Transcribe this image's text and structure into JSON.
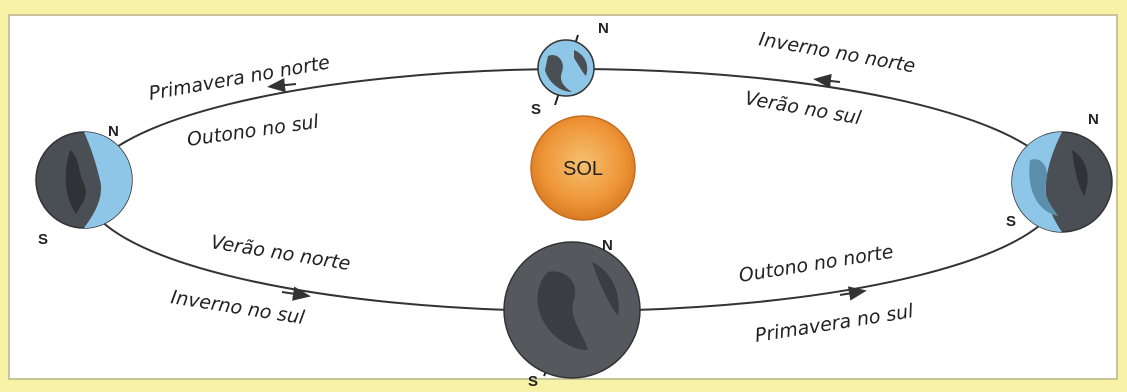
{
  "sun": {
    "label": "SOL",
    "color": "#f29a3b"
  },
  "pole_labels": {
    "north": "N",
    "south": "S"
  },
  "seasons": {
    "top_left_outer": "Primavera no norte",
    "top_left_inner": "Outono no sul",
    "top_right_outer": "Inverno no norte",
    "top_right_inner": "Verão no sul",
    "bottom_left_inner": "Verão no norte",
    "bottom_left_outer": "Inverno no sul",
    "bottom_right_inner": "Outono no norte",
    "bottom_right_outer": "Primavera no sul"
  },
  "colors": {
    "background_frame": "#f7f2a6",
    "orbit": "#333333",
    "earth_light": "#8ec6e8",
    "earth_dark": "#4a4f55"
  }
}
